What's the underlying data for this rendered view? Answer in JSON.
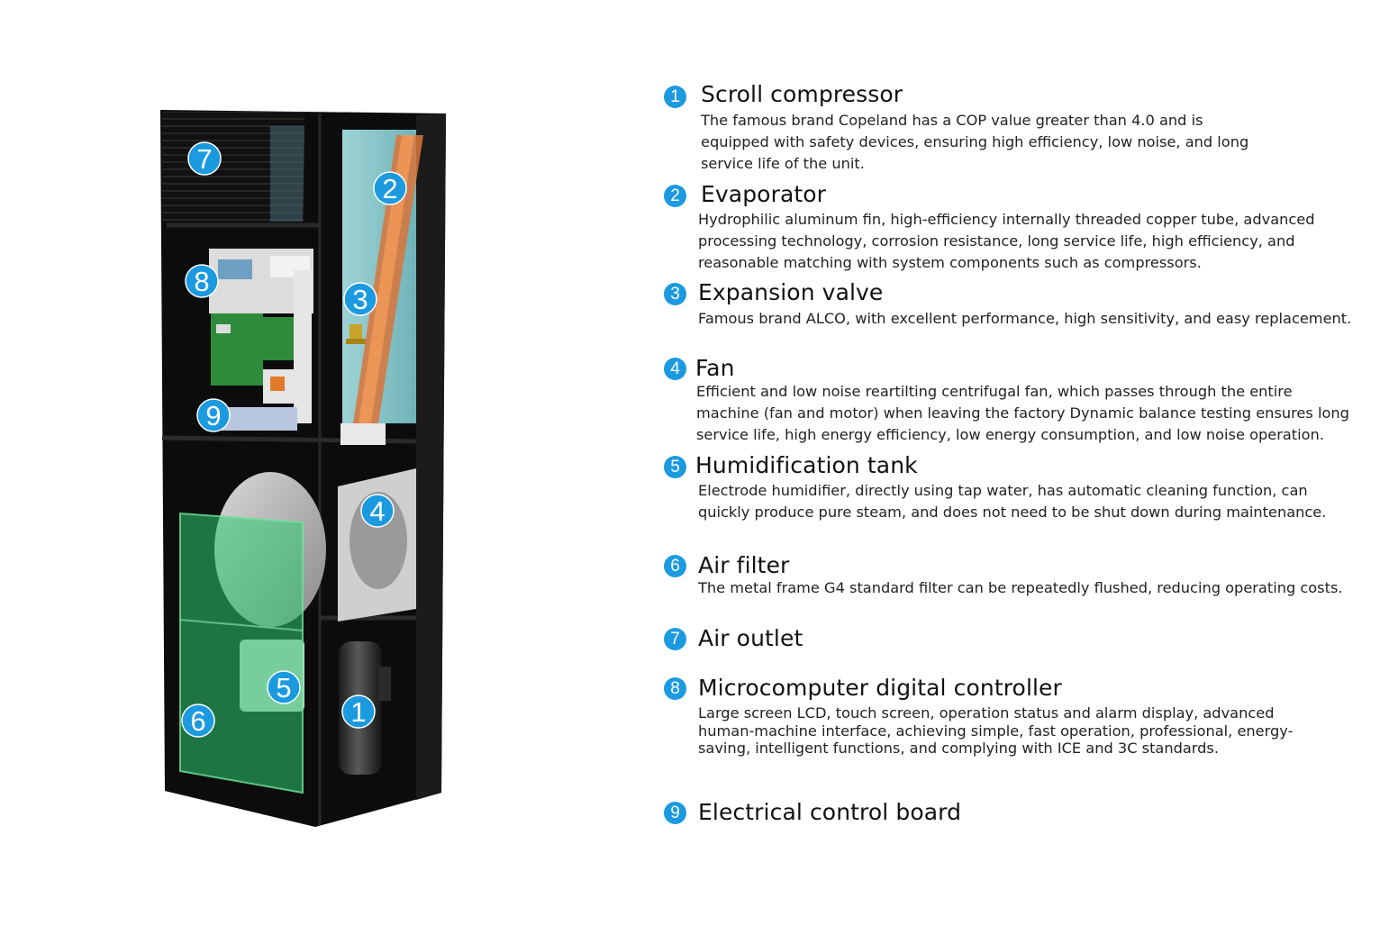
{
  "diagram_badges": [
    "1",
    "2",
    "3",
    "4",
    "5",
    "6",
    "7",
    "8",
    "9"
  ],
  "accent_color": "#1c9ae0",
  "items": [
    {
      "num": "1",
      "title": "Scroll compressor",
      "lines": [
        "The famous brand Copeland has a COP value greater than 4.0 and is",
        "equipped with safety devices, ensuring high efficiency, low noise, and long",
        "service life of the unit."
      ]
    },
    {
      "num": "2",
      "title": "Evaporator",
      "lines": [
        "Hydrophilic aluminum fin, high-efficiency internally threaded copper tube, advanced",
        "processing technology, corrosion resistance, long service life, high efficiency, and",
        "reasonable matching with system components such as compressors."
      ]
    },
    {
      "num": "3",
      "title": "Expansion valve",
      "lines": [
        "Famous brand ALCO, with excellent performance, high sensitivity, and easy replacement."
      ]
    },
    {
      "num": "4",
      "title": "Fan",
      "lines": [
        "Efficient and low noise reartilting centrifugal fan, which passes through the entire",
        "machine (fan and motor) when leaving the factory Dynamic balance testing ensures long",
        "service life, high energy efficiency, low energy consumption, and low noise operation."
      ]
    },
    {
      "num": "5",
      "title": "Humidification tank",
      "lines": [
        "Electrode humidifier, directly using tap water, has automatic cleaning function, can",
        "quickly produce pure steam, and does not need to be shut down during maintenance."
      ]
    },
    {
      "num": "6",
      "title": "Air filter",
      "lines": [
        "The metal frame G4 standard filter can be repeatedly flushed, reducing operating costs."
      ]
    },
    {
      "num": "7",
      "title": "Air outlet",
      "lines": []
    },
    {
      "num": "8",
      "title": "Microcomputer digital controller",
      "lines": [
        "Large screen LCD, touch screen, operation status and alarm display, advanced",
        "human-machine interface, achieving simple, fast operation, professional, energy-",
        "saving, intelligent functions, and complying with ICE and 3C standards."
      ]
    },
    {
      "num": "9",
      "title": "Electrical control board",
      "lines": []
    }
  ]
}
